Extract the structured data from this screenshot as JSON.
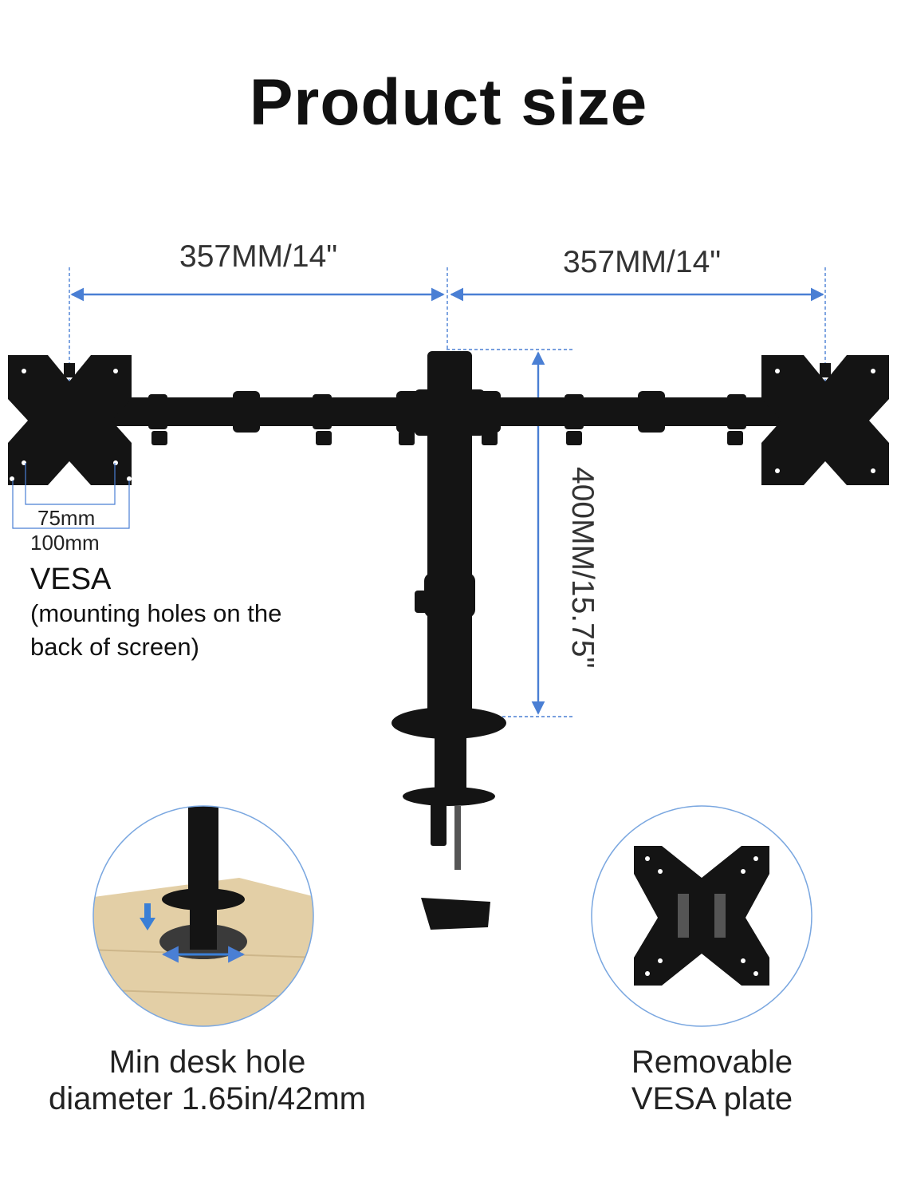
{
  "title": "Product size",
  "dimensions": {
    "left_arm": "357MM/14\"",
    "right_arm": "357MM/14\"",
    "pole_height": "400MM/15.75\""
  },
  "vesa": {
    "size_small": "75mm",
    "size_large": "100mm",
    "label": "VESA",
    "description": "(mounting holes on the back of screen)"
  },
  "captions": {
    "desk_hole_line1": "Min desk hole",
    "desk_hole_line2": "diameter 1.65in/42mm",
    "plate_line1": "Removable",
    "plate_line2": "VESA plate"
  },
  "colors": {
    "dimension_line": "#4a7fd4",
    "product": "#141414",
    "wood": "#e3cfa6",
    "circle_border": "#7aa7e0"
  }
}
